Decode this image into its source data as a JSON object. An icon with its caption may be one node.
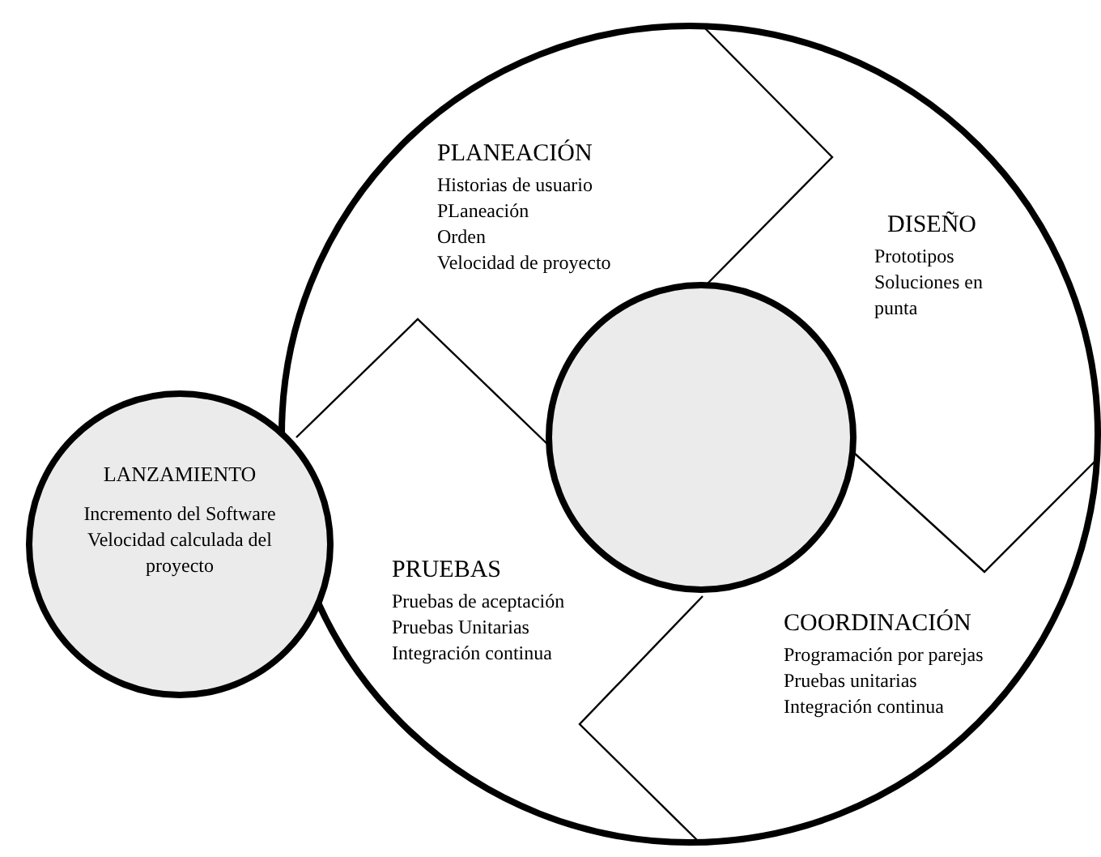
{
  "diagram": {
    "nodes": [
      {
        "text": [],
        "shape": "circle"
      },
      {
        "text": [
          "PLANEACIÓN",
          "Historias de usuario",
          "PLaneación",
          "Orden",
          "Velocidad de proyecto"
        ],
        "in": 0
      },
      {
        "text": [
          "DISEÑO",
          "Prototipos",
          "Soluciones en punta"
        ],
        "in": 0
      },
      {
        "text": [
          "LANZAMIENTO",
          "Incremento del Software",
          "Velocidad calculada del proyecto"
        ]
      },
      {
        "text": [],
        "shape": "circle",
        "in": 0
      },
      {
        "text": [
          "PRUEBAS",
          "Pruebas de aceptación",
          "Pruebas Unitarias",
          "Integración continua"
        ],
        "in": 0
      },
      {
        "text": [
          "COORDINACIÓN",
          "Programación por parejas",
          "Pruebas unitarias",
          "Integración continua"
        ],
        "in": 0
      }
    ]
  }
}
